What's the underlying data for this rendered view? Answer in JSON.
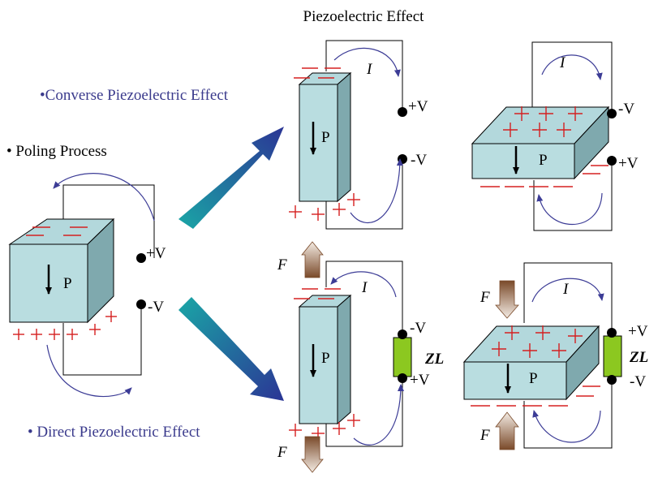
{
  "title": "Piezoelectric Effect",
  "labels": {
    "poling": "• Poling Process",
    "converse": "•Converse Piezoelectric Effect",
    "direct": "• Direct Piezoelectric Effect"
  },
  "symbols": {
    "polarization": "P",
    "current": "I",
    "force": "F",
    "load": "ZL",
    "plus_v": "+V",
    "minus_v": "-V"
  },
  "colors": {
    "crystal_front": "#b9dde0",
    "crystal_side": "#7fa9ae",
    "charge": "#d52020",
    "current_arrow": "#3c3c96",
    "label_text": "#3a3a8c",
    "load": "#8cc820",
    "big_arrow_start": "#1a9aa0",
    "big_arrow_end": "#2a3a9a",
    "force_arrow": "#8a5a3a"
  }
}
